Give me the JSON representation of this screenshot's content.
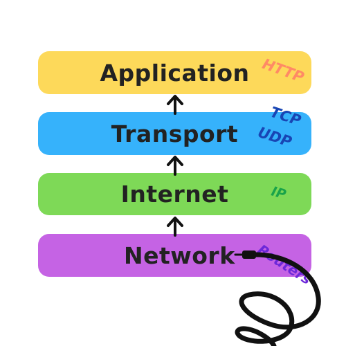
{
  "layers": [
    {
      "label": "Application",
      "protocols": [
        "HTTP"
      ],
      "color": "#fdd95a",
      "protocol_color": "#ff8a65"
    },
    {
      "label": "Transport",
      "protocols": [
        "TCP",
        "UDP"
      ],
      "color": "#36b2fb",
      "protocol_color": "#1845b4"
    },
    {
      "label": "Internet",
      "protocols": [
        "IP"
      ],
      "color": "#7ed957",
      "protocol_color": "#19a34a"
    },
    {
      "label": "Network",
      "protocols": [
        "Routers"
      ],
      "color": "#c563e4",
      "protocol_color": "#6d28d9"
    }
  ],
  "arrow_color": "#111111",
  "cable_color": "#111111"
}
